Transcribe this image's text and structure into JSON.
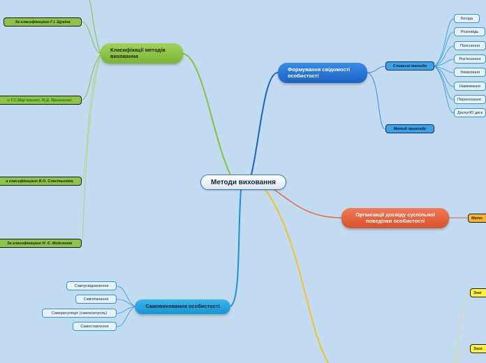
{
  "central": {
    "label": "Методи виховання"
  },
  "branches": {
    "classification": {
      "label": "Класифікації методів виховання",
      "color": "#7ab334",
      "items": [
        "За класифікацією Г.І. Щукіна",
        "о Т.С.Мар'яненко, М.Д. Ярмаченко",
        "а класифікацією В.О. Сластьоніна",
        "За класифікацією Н. Є. Мойсенюк"
      ]
    },
    "consciousness": {
      "label": "Формування свідомості особистості",
      "color": "#1b62c2",
      "verbal": {
        "label": "Словесні методи",
        "items": [
          "Бесіда",
          "Розповідь",
          "Пояснення",
          "Роз'яснення",
          "Умовляння",
          "Навіювання",
          "Переконання",
          "ДиспутЮ диск"
        ]
      },
      "example": {
        "label": "Метод прикладу"
      }
    },
    "behavior": {
      "label": "Організації досвіду суспільної поведінки особистості",
      "color": "#d8502d",
      "child": "Мето"
    },
    "self": {
      "label": "Самовиховання особистості",
      "color": "#1795d2",
      "items": [
        "Самоусвідомлення",
        "Самопізнання",
        "Саморегуляція (самоконтроль)",
        "Самоставлення"
      ]
    },
    "stimulation": {
      "color": "#f2c12e",
      "items": [
        "Знаі",
        "Заох"
      ]
    }
  }
}
